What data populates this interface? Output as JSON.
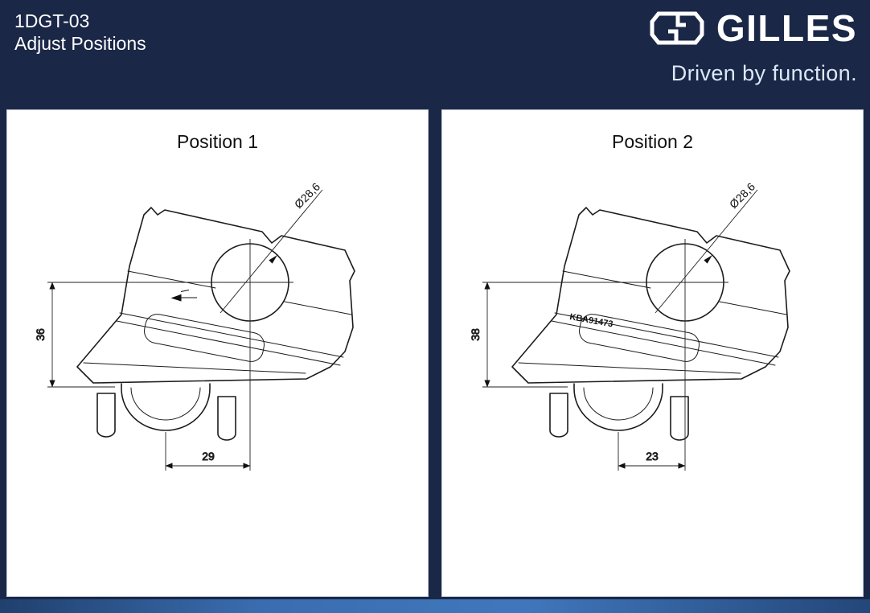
{
  "header": {
    "product_code": "1DGT-03",
    "subtitle": "Adjust Positions",
    "brand": "GILLES",
    "tagline": "Driven by function."
  },
  "panels": [
    {
      "title": "Position 1",
      "diameter": "Ø28,6",
      "height": "36",
      "width": "29"
    },
    {
      "title": "Position 2",
      "diameter": "Ø28,6",
      "height": "38",
      "width": "23",
      "marking": "KBA91473"
    }
  ],
  "colors": {
    "background": "#1a2747",
    "footer_blue": "#3a6db0",
    "panel_background": "#ffffff",
    "drawing_line": "#1c1c1c",
    "text_white": "#ffffff",
    "tagline_blue_white": "#dde8f6"
  }
}
